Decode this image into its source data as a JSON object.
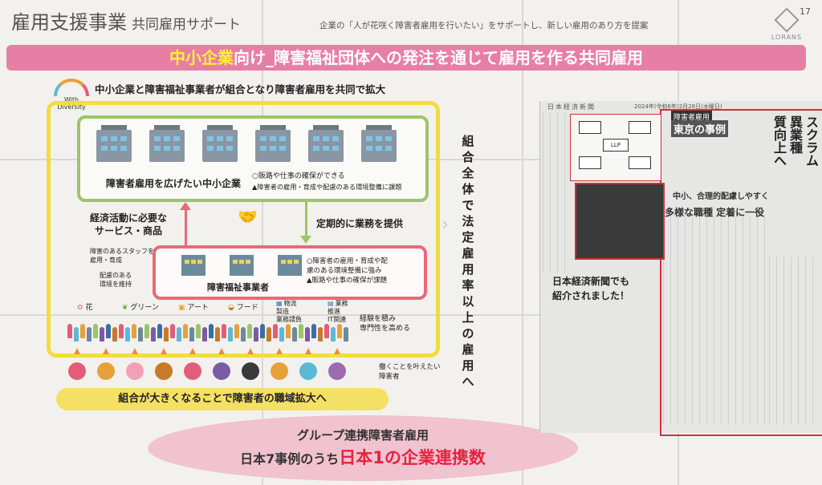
{
  "header": {
    "title": "雇用支援事業",
    "title_sub": "共同雇用サポート",
    "tagline": "企業の「人が花咲く障害者雇用を行いたい」をサポートし、新しい雇用のあり方を提案",
    "page_number": "17",
    "logo_text": "LORANS"
  },
  "banner": {
    "highlight": "中小企業",
    "rest": "向け_障害福祉団体への発注を通じて雇用を作る共同雇用"
  },
  "diagram": {
    "logo_line1": "With",
    "logo_line2": "Diversity",
    "subtitle": "中小企業と障害福祉事業者が組合となり障害者雇用を共同で拡大",
    "sme_label": "障害者雇用を広げたい中小企業",
    "sme_point1": "○販路や仕事の確保ができる",
    "sme_point2": "▲障害者の雇用・育成や配慮のある環境整備に課題",
    "left_label_line1": "経済活動に必要な",
    "left_label_line2": "サービス・商品",
    "right_label": "定期的に業務を提供",
    "staff_label_line1": "障害のあるスタッフを",
    "staff_label_line2": "雇用・育成",
    "env_label_line1": "配慮のある",
    "env_label_line2": "環境を維持",
    "welfare_label": "障害福祉事業者",
    "welfare_point1": "○障害者の雇用・育成や配",
    "welfare_point2": "慮のある環境整備に強み",
    "welfare_point3": "▲販路や仕事の確保が課題",
    "fields": [
      {
        "name": "花"
      },
      {
        "name": "グリーン"
      },
      {
        "name": "アート"
      },
      {
        "name": "フード"
      },
      {
        "name_line1": "物流製造",
        "name_line2": "業務請負"
      },
      {
        "name_line1": "業務推進",
        "name_line2": "IT関連"
      }
    ],
    "experience_line1": "経験を積み",
    "experience_line2": "専門性を高める",
    "workers_line1": "働くことを叶えたい",
    "workers_line2": "障害者",
    "pill": "組合が大きくなることで障害者の職域拡大へ",
    "vertical": "組合全体で法定雇用率以上の雇用へ"
  },
  "bottom": {
    "line1": "グループ連携障害者雇用",
    "line2_prefix": "日本7事例のうち",
    "line2_highlight": "日本1の企業連携数"
  },
  "newspaper": {
    "masthead": "日本経済新聞",
    "date": "2024年(令和6年)2月28日(水曜日)",
    "category": "障害者雇用",
    "headline": "東京の事例",
    "vertical_headline_col1": "質向上へ",
    "vertical_headline_col2": "異業種",
    "vertical_headline_col3": "スクラム",
    "sub1": "中小、合理的配慮しやすく",
    "sub2": "多様な職種 定着に一役",
    "diagram_center": "LLP",
    "note_line1": "日本経済新聞でも",
    "note_line2": "紹介されました！"
  }
}
